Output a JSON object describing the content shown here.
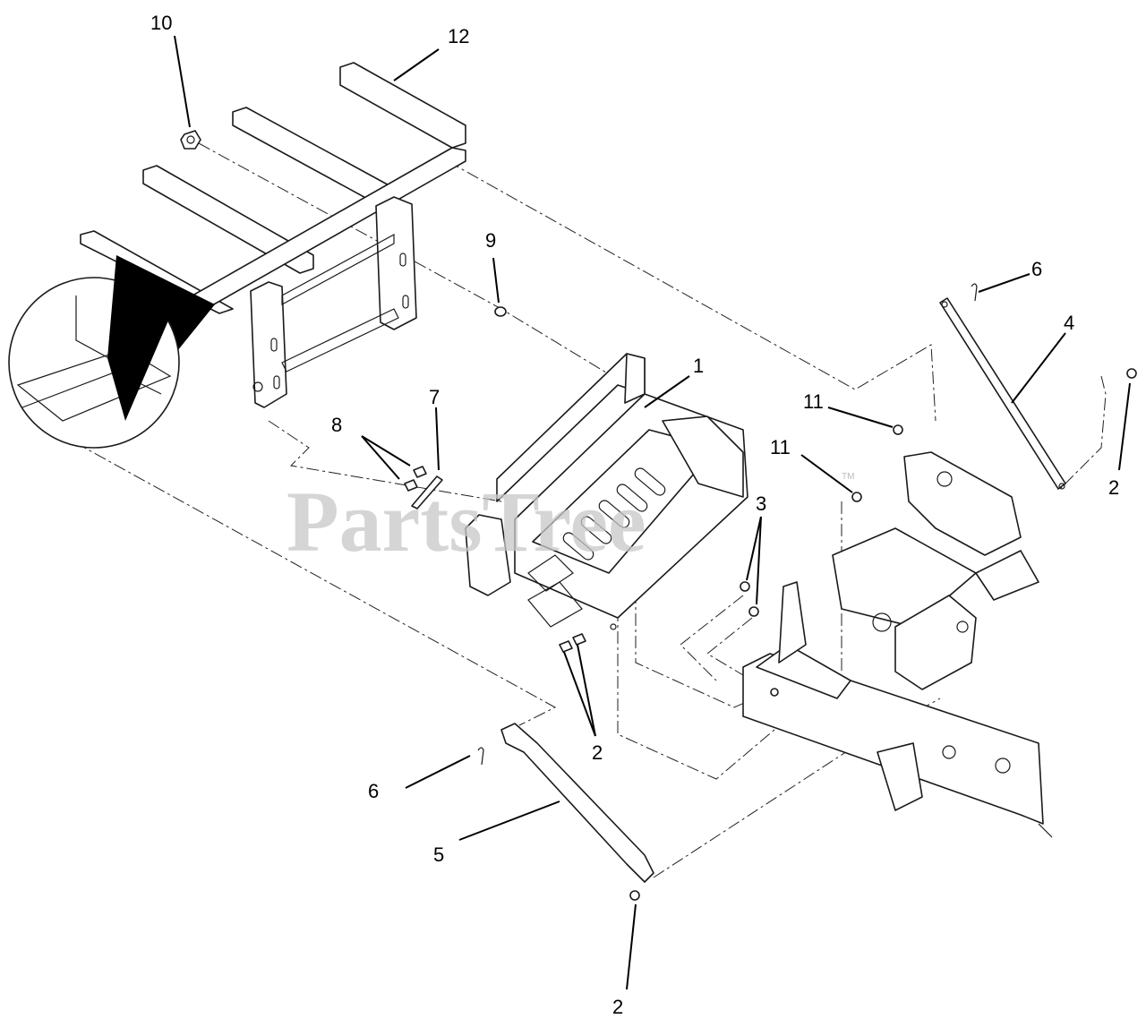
{
  "watermark": {
    "text": "PartsTree",
    "trademark": "TM"
  },
  "callouts": [
    {
      "id": "c-1",
      "label": "1"
    },
    {
      "id": "c-2a",
      "label": "2"
    },
    {
      "id": "c-2b",
      "label": "2"
    },
    {
      "id": "c-2c",
      "label": "2"
    },
    {
      "id": "c-3",
      "label": "3"
    },
    {
      "id": "c-4",
      "label": "4"
    },
    {
      "id": "c-5",
      "label": "5"
    },
    {
      "id": "c-6a",
      "label": "6"
    },
    {
      "id": "c-6b",
      "label": "6"
    },
    {
      "id": "c-7",
      "label": "7"
    },
    {
      "id": "c-8",
      "label": "8"
    },
    {
      "id": "c-9",
      "label": "9"
    },
    {
      "id": "c-10",
      "label": "10"
    },
    {
      "id": "c-11a",
      "label": "11"
    },
    {
      "id": "c-11b",
      "label": "11"
    },
    {
      "id": "c-12",
      "label": "12"
    }
  ]
}
